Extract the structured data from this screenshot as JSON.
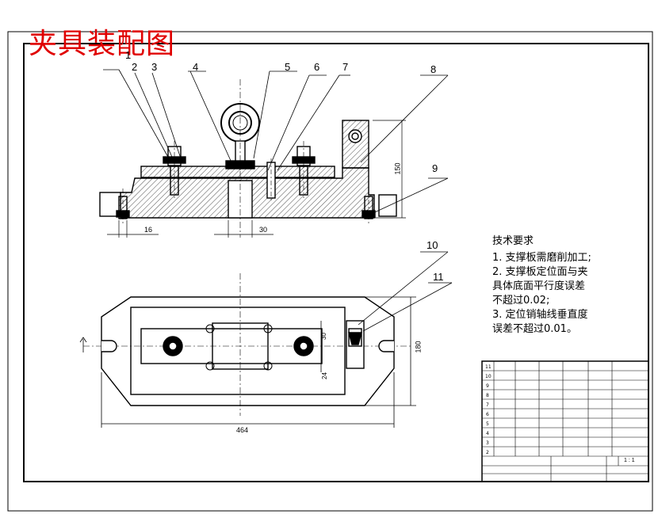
{
  "title": "夹具装配图",
  "part_numbers": [
    "1",
    "2",
    "3",
    "4",
    "5",
    "6",
    "7",
    "8",
    "9",
    "10",
    "11"
  ],
  "dimensions": {
    "d16": "16",
    "d30": "30",
    "d150_vertical": "150",
    "d180_vertical": "180",
    "d464": "464",
    "d30_small": "30",
    "d24": "24"
  },
  "tech_requirements": {
    "heading": "技术要求",
    "lines": [
      "1. 支撑板需磨削加工;",
      "2. 支撑板定位面与夹",
      "具体底面平行度误差",
      "不超过0.02;",
      "3. 定位销轴线垂直度",
      "误差不超过0.01。"
    ]
  },
  "title_block": {
    "scale": "1 : 1",
    "bom_rows": 12
  },
  "colors": {
    "title": "#e00000",
    "line": "#000000"
  }
}
